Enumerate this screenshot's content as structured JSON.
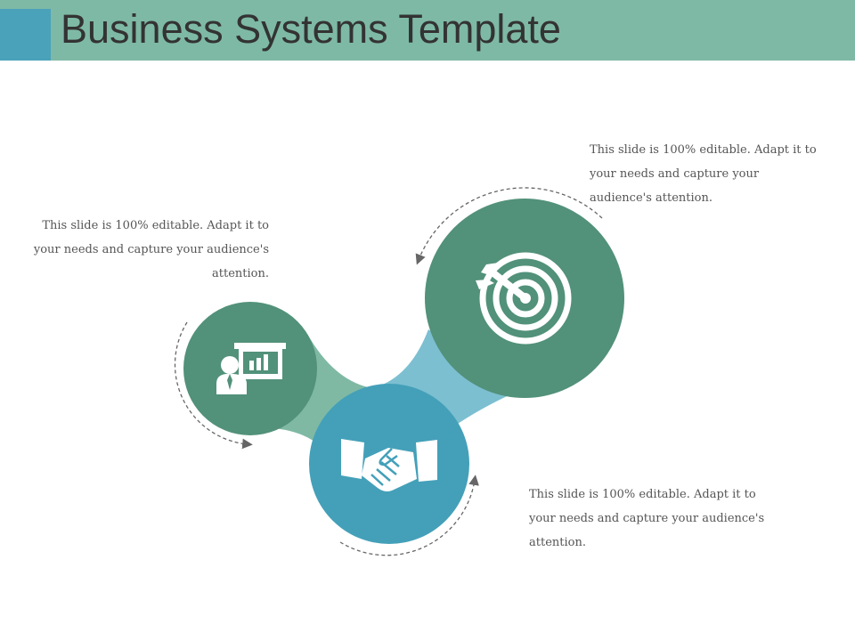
{
  "slide": {
    "title": "Business Systems Template"
  },
  "colors": {
    "header": "#7eb9a6",
    "header_accent": "#4aa2ba",
    "circle_green": "#52917a",
    "circle_blue": "#44a0b9",
    "connector_green": "#7fb9a4",
    "connector_blue": "#7cbfd1",
    "dashed_arrow": "#666666"
  },
  "nodes": [
    {
      "icon": "presentation-icon",
      "caption": "This slide is 100% editable. Adapt it to your needs and capture your audience's attention."
    },
    {
      "icon": "target-icon",
      "caption": "This slide is 100% editable. Adapt it to your needs and capture your audience's attention."
    },
    {
      "icon": "handshake-icon",
      "caption": "This slide is 100% editable. Adapt it to your needs and capture your audience's attention."
    }
  ]
}
